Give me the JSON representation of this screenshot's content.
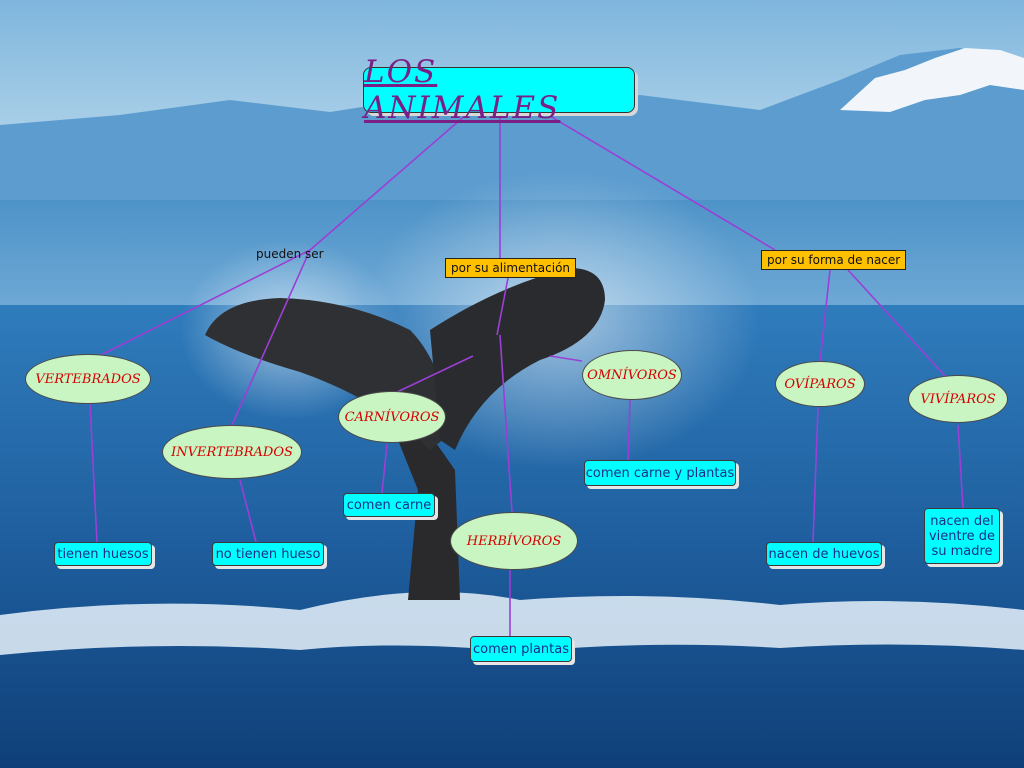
{
  "title": "LOS ANIMALES",
  "link_labels": {
    "pueden_ser": "pueden ser",
    "alimentacion": "por su alimentación",
    "forma_nacer": "por su forma de nacer"
  },
  "concepts": {
    "vertebrados": "VERTEBRADOS",
    "invertebrados": "INVERTEBRADOS",
    "carnivoros": "CARNÍVOROS",
    "omnivoros": "OMNÍVOROS",
    "herbivoros": "HERBÍVOROS",
    "oviparos": "OVÍPAROS",
    "viviparos": "VIVÍPAROS"
  },
  "details": {
    "tienen_huesos": "tienen huesos",
    "no_tienen_hueso": "no tienen hueso",
    "comen_carne": "comen carne",
    "comen_carne_plantas": "comen carne y plantas",
    "comen_plantas": "comen plantas",
    "nacen_huevos": "nacen de huevos",
    "nacen_vientre": "nacen del vientre de su madre"
  }
}
